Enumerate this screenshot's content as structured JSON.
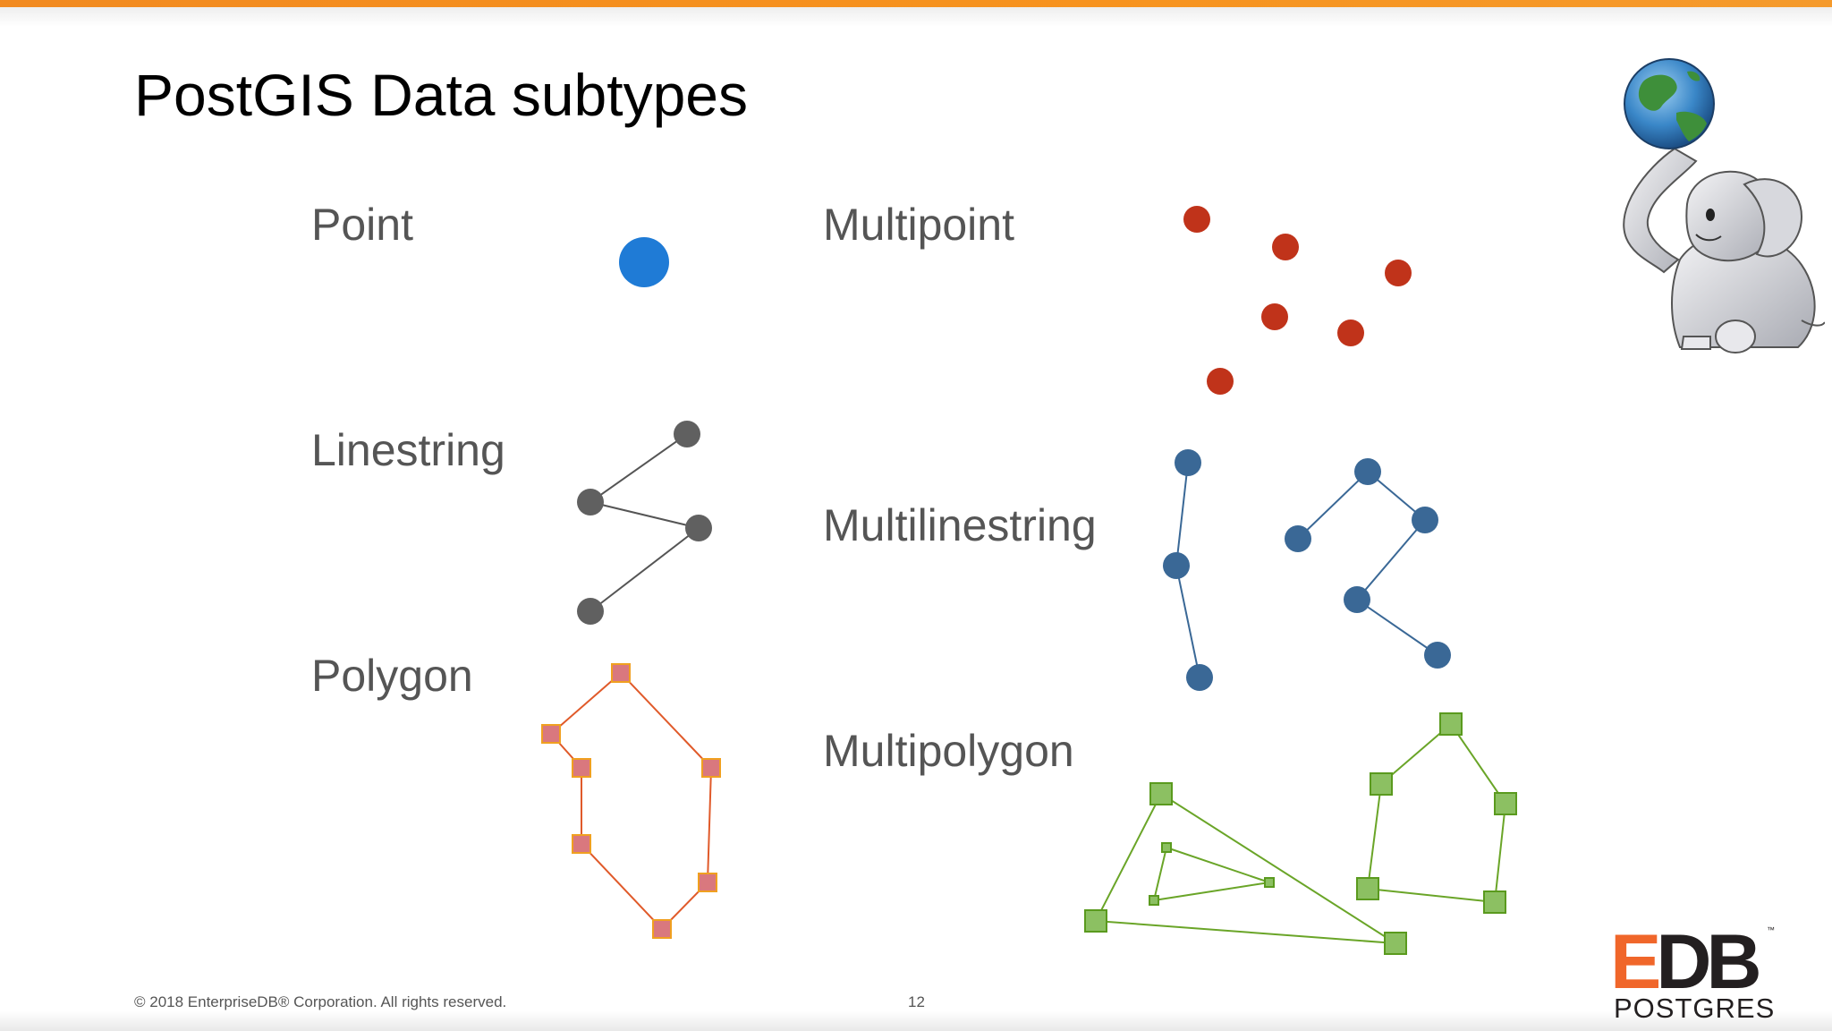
{
  "slide": {
    "title": "PostGIS Data subtypes",
    "labels": {
      "point": "Point",
      "multipoint": "Multipoint",
      "linestring": "Linestring",
      "multilinestring": "Multilinestring",
      "polygon": "Polygon",
      "multipolygon": "Multipolygon"
    },
    "footer": {
      "copyright": "© 2018 EnterpriseDB® Corporation. All rights reserved.",
      "page_number": "12"
    },
    "logo": {
      "letters": [
        "E",
        "DB"
      ],
      "trademark": "™",
      "product_name": "POSTGRES"
    }
  },
  "colors": {
    "accent_orange": "#f7931e",
    "point_blue": "#1f7bd6",
    "multipoint_red": "#c0331a",
    "linestring_gray": "#606060",
    "multilinestring_blue": "#3a6896",
    "polygon_orange": "#e8741a",
    "polygon_fill": "#d9787e",
    "multipolygon_green": "#6aa528",
    "multipolygon_fill": "#8cc062"
  },
  "icons": {
    "mascot": "postgis-elephant-with-globe-icon",
    "brand": "edb-postgres-logo"
  }
}
